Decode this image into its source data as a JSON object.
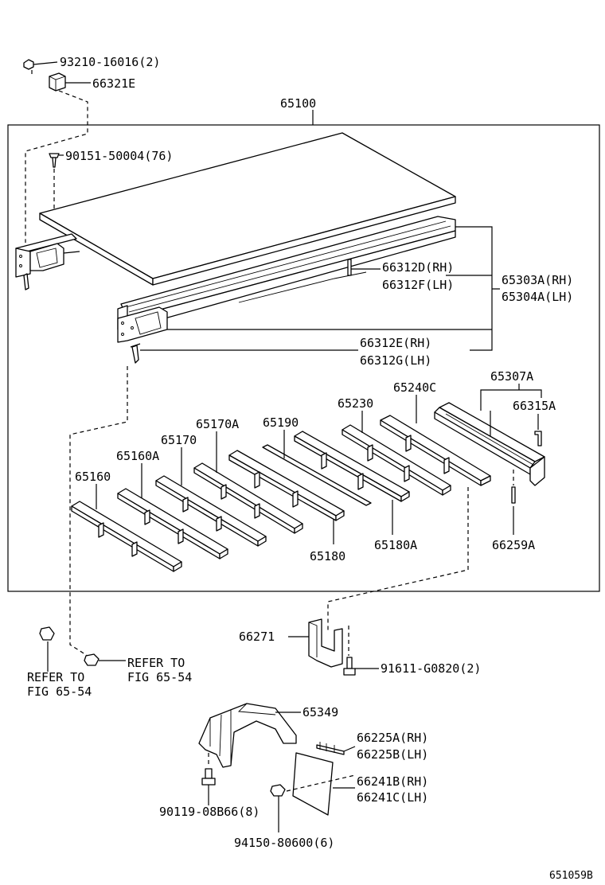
{
  "parts": {
    "p93210": "93210-16016(2)",
    "p66321E": "66321E",
    "p65100": "65100",
    "p90151": "90151-50004(76)",
    "p66312D": "66312D(RH)",
    "p66312F": "66312F(LH)",
    "p65303A": "65303A(RH)",
    "p65304A": "65304A(LH)",
    "p66312E": "66312E(RH)",
    "p66312G": "66312G(LH)",
    "p65307A": "65307A",
    "p65240C": "65240C",
    "p65230": "65230",
    "p66315A": "66315A",
    "p65170A": "65170A",
    "p65190": "65190",
    "p65170": "65170",
    "p65160A": "65160A",
    "p65160": "65160",
    "p65180": "65180",
    "p65180A": "65180A",
    "p66259A": "66259A",
    "p66271": "66271",
    "p91611": "91611-G0820(2)",
    "p65349": "65349",
    "p66225A": "66225A(RH)",
    "p66225B": "66225B(LH)",
    "p66241B": "66241B(RH)",
    "p66241C": "66241C(LH)",
    "p90119": "90119-08B66(8)",
    "p94150": "94150-80600(6)"
  },
  "refer": {
    "left_line1": "REFER TO",
    "left_line2": "FIG 65-54",
    "right_line1": "REFER TO",
    "right_line2": "FIG 65-54"
  },
  "figure_code": "651059B"
}
